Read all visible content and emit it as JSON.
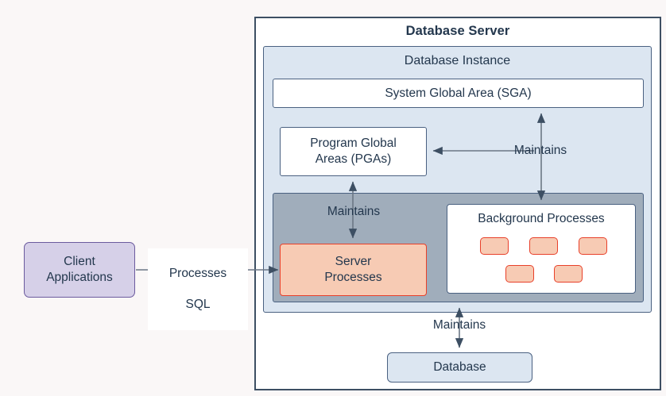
{
  "diagram": {
    "title": "Database Server",
    "background_color": "#faf7f7",
    "nodes": {
      "server": {
        "label": "Database Server",
        "fill": "#ffffff",
        "border": "#3d4f63"
      },
      "instance": {
        "label": "Database Instance",
        "fill": "#dce6f1",
        "border": "#4a6181"
      },
      "sga": {
        "label": "System Global Area (SGA)",
        "fill": "#ffffff",
        "border": "#4a6181"
      },
      "pga": {
        "label": "Program Global\nAreas (PGAs)",
        "line1": "Program Global",
        "line2": "Areas (PGAs)",
        "fill": "#ffffff",
        "border": "#4a6181"
      },
      "gray_container": {
        "fill": "#a0adbb",
        "border": "#4a6181"
      },
      "server_processes": {
        "label": "Server\nProcesses",
        "line1": "Server",
        "line2": "Processes",
        "fill": "#f7cbb4",
        "border": "#e8402a"
      },
      "background_processes": {
        "label": "Background Processes",
        "fill": "#ffffff",
        "border": "#4a6181",
        "chip_count": 5,
        "chip_fill": "#f7cbb4",
        "chip_border": "#e8402a"
      },
      "client_applications": {
        "label": "Client\nApplications",
        "line1": "Client",
        "line2": "Applications",
        "fill": "#d6d0e8",
        "border": "#6b5a9e"
      },
      "database": {
        "label": "Database",
        "fill": "#dce6f1",
        "border": "#4a6181"
      }
    },
    "edges": [
      {
        "id": "client-to-server-processes",
        "label": "Processes\nSQL",
        "line1": "Processes",
        "line2": "SQL",
        "from": "client_applications",
        "to": "server_processes",
        "arrow": "single"
      },
      {
        "id": "maintains-sga-pga",
        "label": "Maintains",
        "from": "background_processes",
        "to": "sga",
        "arrow": "double"
      },
      {
        "id": "maintains-server-processes",
        "label": "Maintains",
        "from": "server_processes",
        "to": "pga",
        "arrow": "double"
      },
      {
        "id": "maintains-database",
        "label": "Maintains",
        "from": "instance",
        "to": "database",
        "arrow": "double"
      }
    ]
  }
}
